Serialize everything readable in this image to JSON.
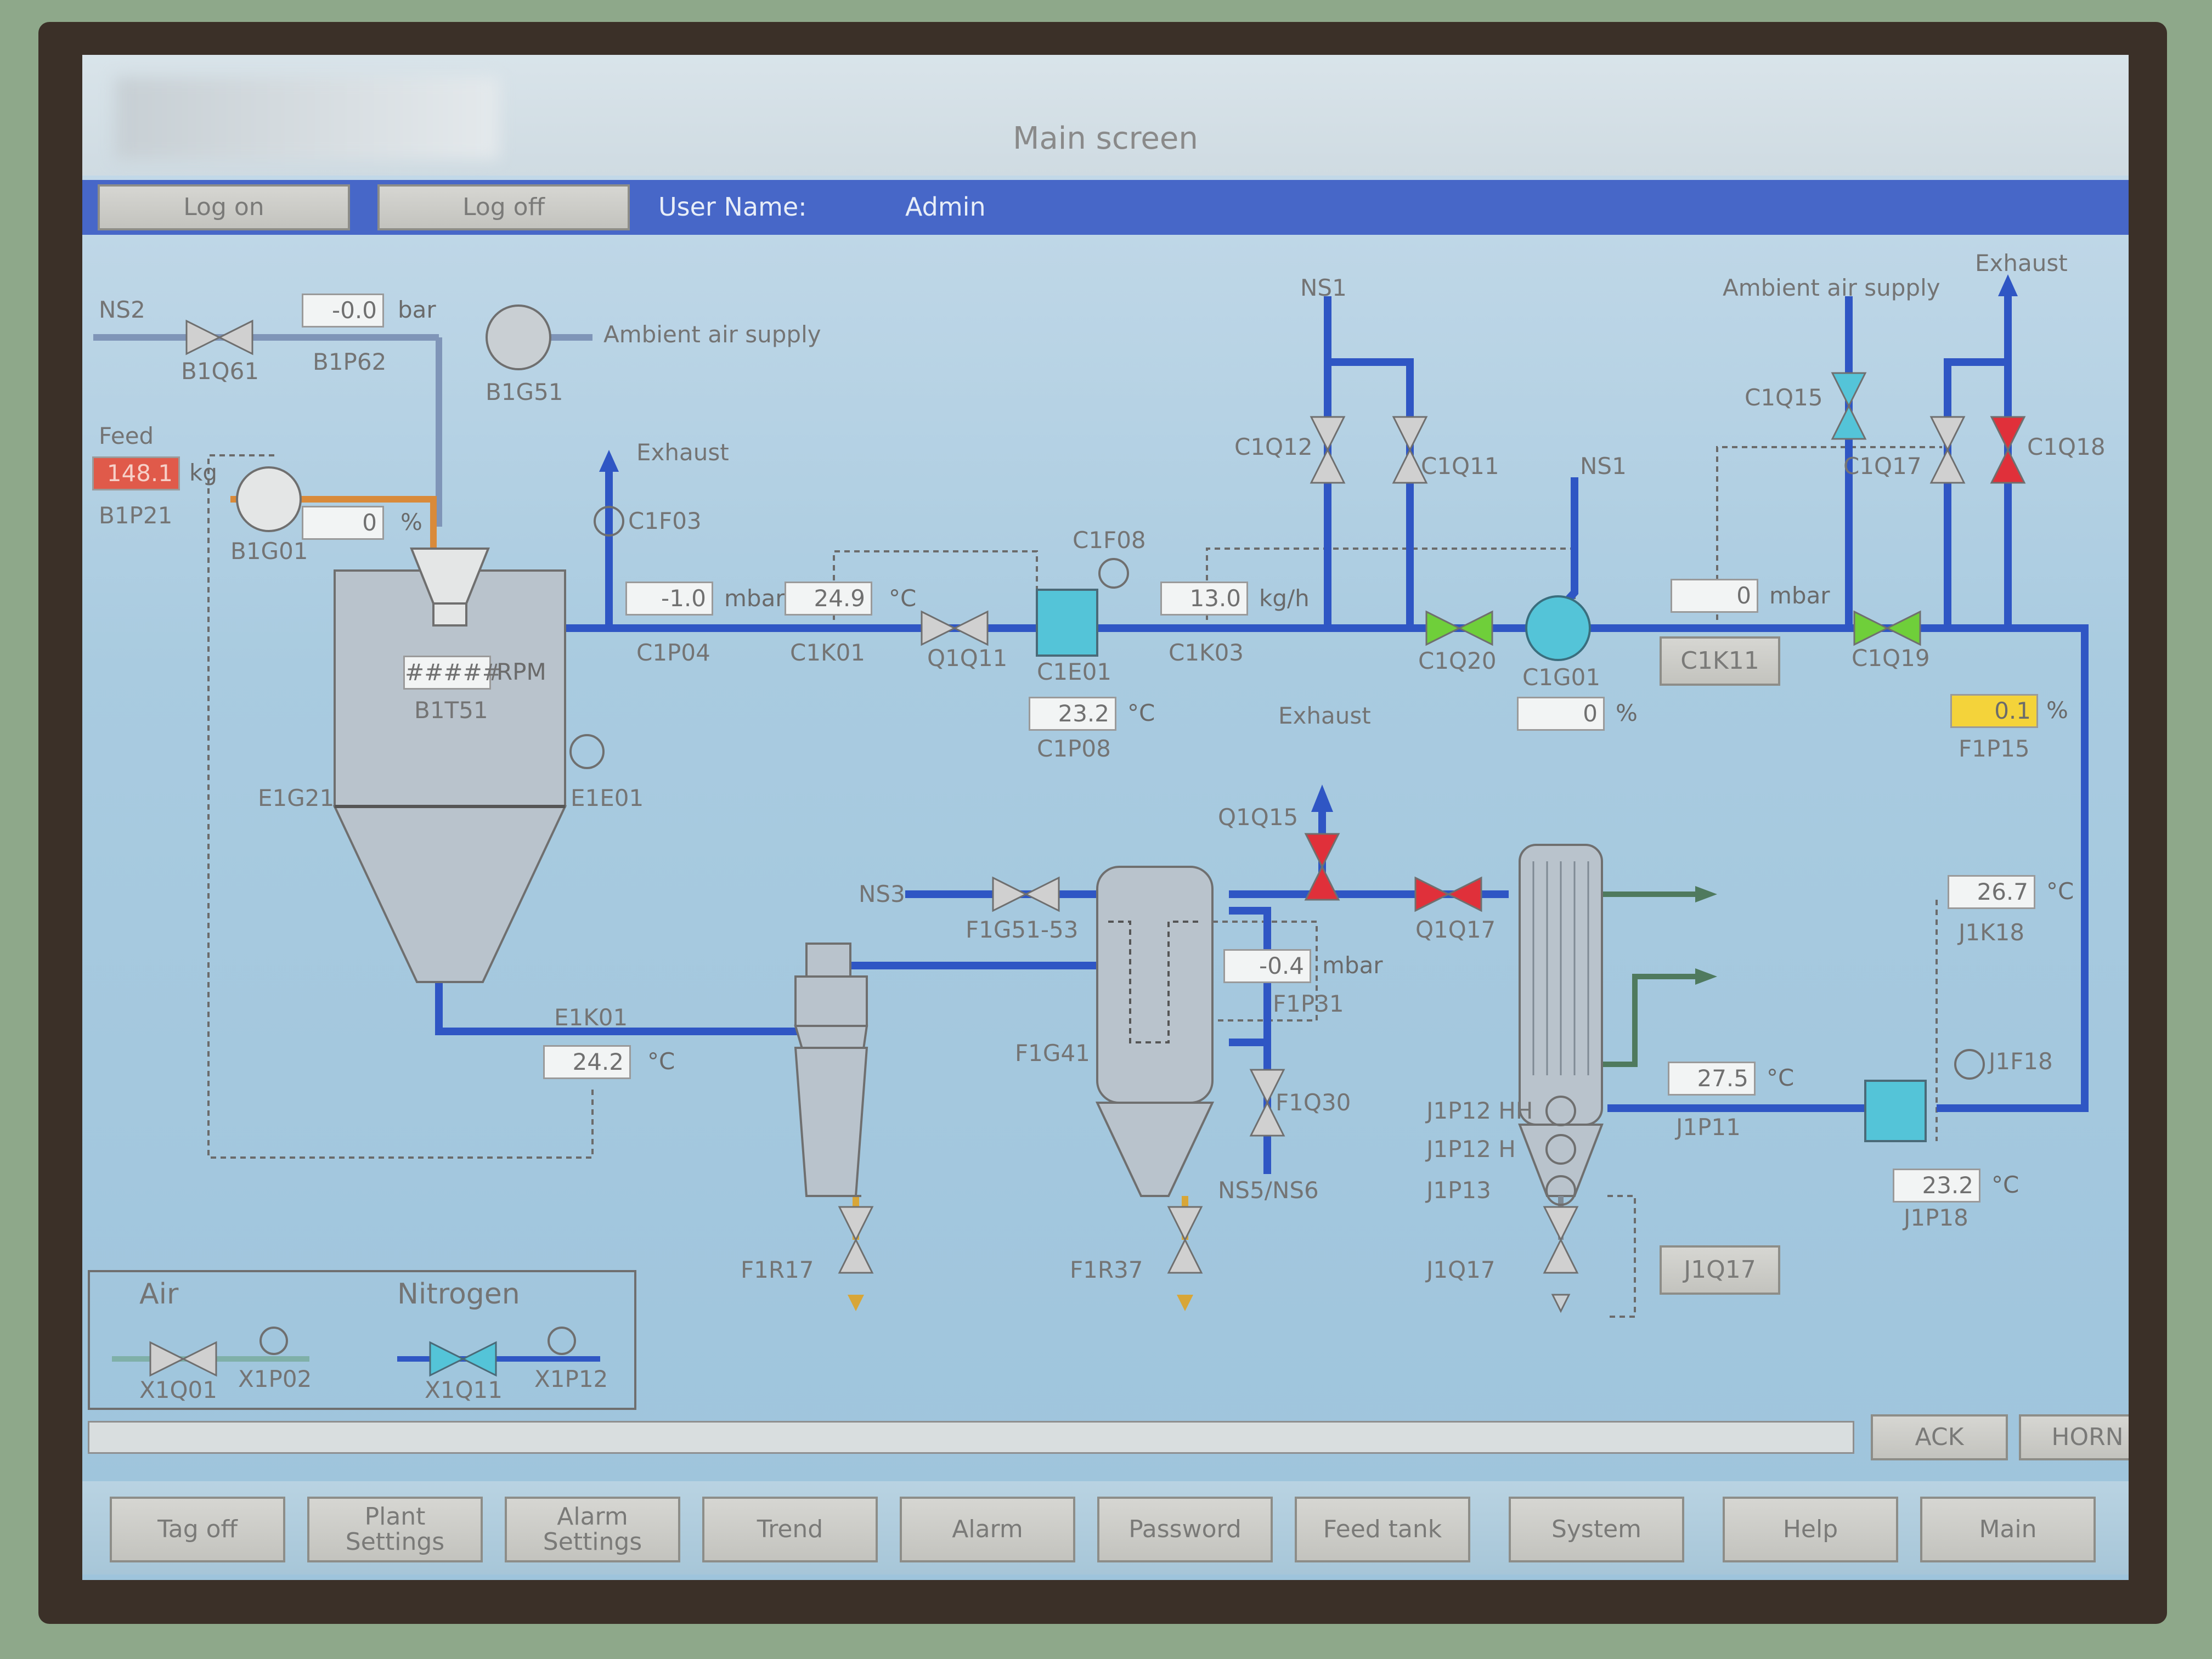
{
  "title": "Main screen",
  "login": {
    "logon": "Log on",
    "logoff": "Log off",
    "user_label": "User Name:",
    "user": "Admin"
  },
  "labels": {
    "ns2": "NS2",
    "b1q61": "B1Q61",
    "b1p62": "B1P62",
    "b1g51": "B1G51",
    "ambient1": "Ambient air supply",
    "feed": "Feed",
    "b1p21": "B1P21",
    "b1g01": "B1G01",
    "exhaust1": "Exhaust",
    "c1f03": "C1F03",
    "c1p04": "C1P04",
    "c1k01": "C1K01",
    "q1q11": "Q1Q11",
    "c1f08": "C1F08",
    "c1e01": "C1E01",
    "c1k03": "C1K03",
    "ns1a": "NS1",
    "c1q12": "C1Q12",
    "c1q11": "C1Q11",
    "ns1b": "NS1",
    "c1q20": "C1Q20",
    "c1g01": "C1G01",
    "c1k11": "C1K11",
    "ambient2": "Ambient air supply",
    "c1q15": "C1Q15",
    "exhaust2": "Exhaust",
    "c1q17": "C1Q17",
    "c1q18": "C1Q18",
    "c1q19": "C1Q19",
    "f1p15": "F1P15",
    "b1t51": "B1T51",
    "e1g21": "E1G21",
    "e1e01": "E1E01",
    "c1p08": "C1P08",
    "exhaust3": "Exhaust",
    "q1q15": "Q1Q15",
    "ns3": "NS3",
    "f1g51": "F1G51-53",
    "q1q17": "Q1Q17",
    "f1p31": "F1P31",
    "f1g41": "F1G41",
    "e1k01": "E1K01",
    "f1q30": "F1Q30",
    "ns5": "NS5/NS6",
    "f1r17": "F1R17",
    "f1r37": "F1R37",
    "j1k18": "J1K18",
    "j1f18": "J1F18",
    "j1p11": "J1P11",
    "j1p18": "J1P18",
    "j1p12hh": "J1P12 HH",
    "j1p12h": "J1P12 H",
    "j1p13": "J1P13",
    "j1q17": "J1Q17",
    "j1q17btn": "J1Q17"
  },
  "values": {
    "b1p62": "-0.0",
    "b1p21": "148.1",
    "b1g01": "0",
    "c1p04": "-1.0",
    "c1k01": "24.9",
    "c1k03": "13.0",
    "c1k11": "0",
    "c1g01": "0",
    "f1p15": "0.1",
    "b1t51": "#####",
    "c1p08": "23.2",
    "f1p31": "-0.4",
    "e1k01": "24.2",
    "j1k18": "26.7",
    "j1p11": "27.5",
    "j1p18": "23.2"
  },
  "units": {
    "bar": "bar",
    "kg": "kg",
    "pct": "%",
    "mbar": "mbar",
    "degC": "°C",
    "kgh": "kg/h",
    "rpm": "RPM"
  },
  "legend": {
    "air": "Air",
    "nitrogen": "Nitrogen",
    "x1q01": "X1Q01",
    "x1p02": "X1P02",
    "x1q11": "X1Q11",
    "x1p12": "X1P12"
  },
  "alarm": {
    "ack": "ACK",
    "horn": "HORN"
  },
  "nav": [
    "Tag off",
    "Plant\nSettings",
    "Alarm\nSettings",
    "Trend",
    "Alarm",
    "Password",
    "Feed tank",
    "System",
    "Help",
    "Main"
  ],
  "colors": {
    "pipe_blue": "#2f56c4",
    "pipe_grey": "#7f95b8",
    "pipe_orange": "#d98a3a",
    "valve_green": "#6fcf3a",
    "valve_red": "#e0303a",
    "valve_cyan": "#54c4d8"
  }
}
